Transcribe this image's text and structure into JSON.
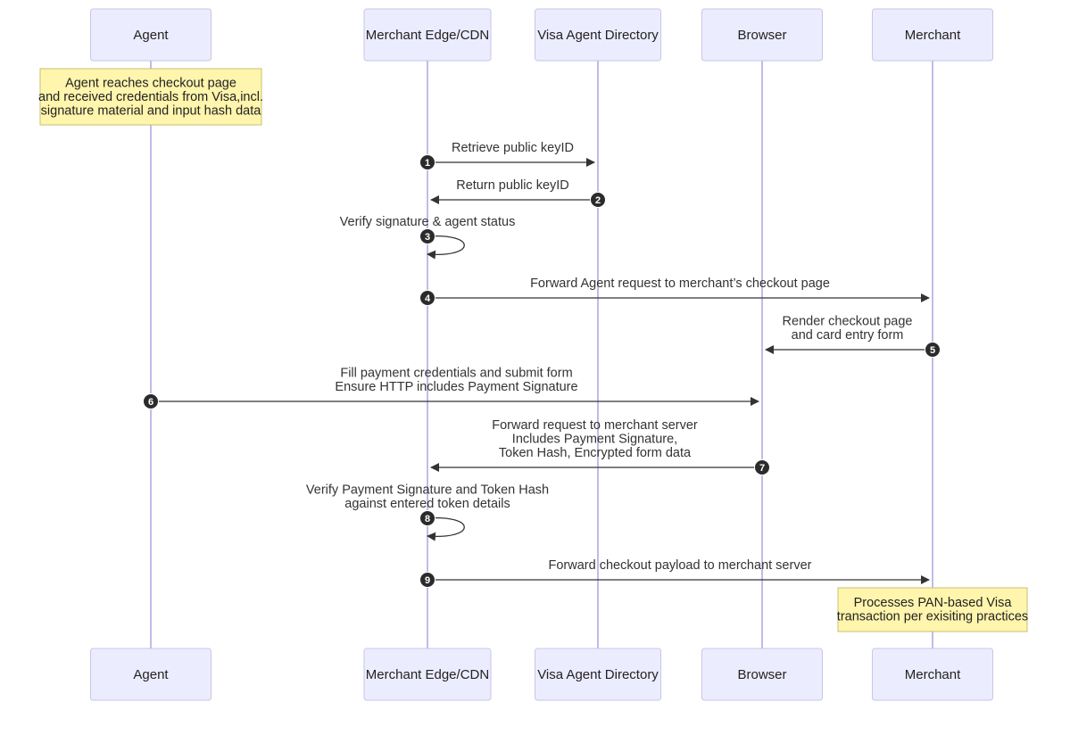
{
  "diagram": {
    "type": "sequence",
    "participants": [
      {
        "id": "agent",
        "label": "Agent"
      },
      {
        "id": "edge",
        "label": "Merchant Edge/CDN"
      },
      {
        "id": "vad",
        "label": "Visa Agent Directory"
      },
      {
        "id": "browser",
        "label": "Browser"
      },
      {
        "id": "merchant",
        "label": "Merchant"
      }
    ],
    "notes": [
      {
        "over": "agent",
        "lines": [
          "Agent reaches checkout page",
          "and received credentials from Visa,incl.",
          "signature material and input hash data"
        ]
      },
      {
        "over": "merchant",
        "lines": [
          "Processes PAN-based Visa",
          "transaction per exisiting practices"
        ]
      }
    ],
    "messages": [
      {
        "num": "1",
        "from": "edge",
        "to": "vad",
        "lines": [
          "Retrieve public keyID"
        ]
      },
      {
        "num": "2",
        "from": "vad",
        "to": "edge",
        "lines": [
          "Return public keyID"
        ]
      },
      {
        "num": "3",
        "from": "edge",
        "to": "edge",
        "lines": [
          "Verify signature & agent status"
        ]
      },
      {
        "num": "4",
        "from": "edge",
        "to": "merchant",
        "lines": [
          "Forward Agent request to merchant’s checkout page"
        ]
      },
      {
        "num": "5",
        "from": "merchant",
        "to": "browser",
        "lines": [
          "Render checkout page",
          "and card entry form"
        ]
      },
      {
        "num": "6",
        "from": "agent",
        "to": "browser",
        "lines": [
          "Fill payment credentials and submit form",
          "Ensure HTTP includes Payment Signature"
        ]
      },
      {
        "num": "7",
        "from": "browser",
        "to": "edge",
        "lines": [
          "Forward request to merchant server",
          "Includes Payment Signature,",
          "Token Hash, Encrypted form data"
        ]
      },
      {
        "num": "8",
        "from": "edge",
        "to": "edge",
        "lines": [
          "Verify Payment Signature and Token Hash",
          "against entered token details"
        ]
      },
      {
        "num": "9",
        "from": "edge",
        "to": "merchant",
        "lines": [
          "Forward checkout payload to merchant server"
        ]
      }
    ]
  }
}
